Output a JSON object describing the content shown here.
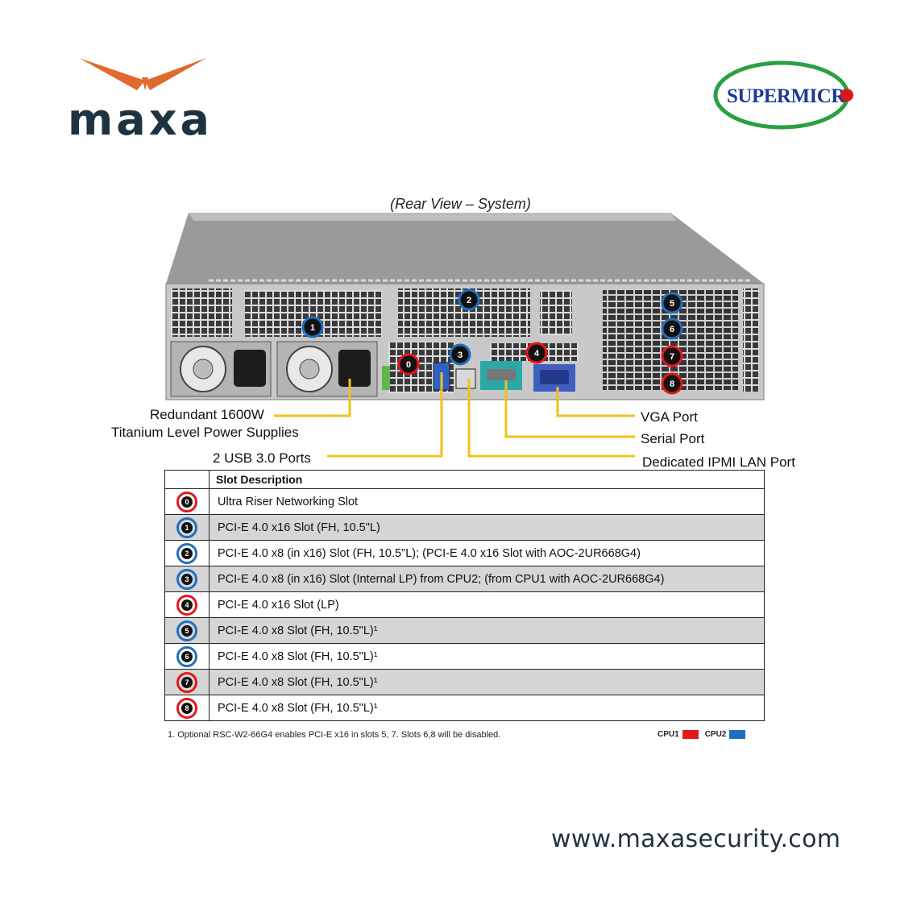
{
  "branding": {
    "maxa_word": "maxa",
    "supermicro_word": "SUPERMICR",
    "website": "www.maxasecurity.com"
  },
  "colors": {
    "cpu1": "#e5161b",
    "cpu2": "#1f6fc0",
    "maxa_orange": "#e06a2c",
    "maxa_navy": "#1d3340",
    "supermicro_green": "#2aa043",
    "supermicro_blue": "#1b3a93"
  },
  "diagram": {
    "caption": "(Rear View – System)",
    "callouts": {
      "psu_line1": "Redundant 1600W",
      "psu_line2": "Titanium Level Power Supplies",
      "usb": "2 USB 3.0 Ports",
      "vga": "VGA Port",
      "serial": "Serial Port",
      "ipmi": "Dedicated IPMI LAN Port"
    },
    "chassis_slot_numbers": [
      "0",
      "1",
      "2",
      "3",
      "4",
      "5",
      "6",
      "7",
      "8"
    ]
  },
  "slot_table": {
    "header": "Slot Description",
    "rows": [
      {
        "num": "0",
        "cpu": "cpu1",
        "desc": "Ultra Riser Networking Slot"
      },
      {
        "num": "1",
        "cpu": "cpu2",
        "desc": "PCI-E 4.0 x16 Slot (FH, 10.5\"L)"
      },
      {
        "num": "2",
        "cpu": "cpu2",
        "desc": "PCI-E 4.0 x8 (in x16) Slot (FH, 10.5\"L); (PCI-E 4.0 x16 Slot with AOC-2UR668G4)"
      },
      {
        "num": "3",
        "cpu": "cpu2",
        "desc": "PCI-E 4.0 x8 (in x16) Slot (Internal LP) from CPU2; (from CPU1 with AOC-2UR668G4)"
      },
      {
        "num": "4",
        "cpu": "cpu1",
        "desc": "PCI-E 4.0 x16 Slot (LP)"
      },
      {
        "num": "5",
        "cpu": "cpu2",
        "desc": "PCI-E 4.0 x8 Slot (FH, 10.5\"L)¹"
      },
      {
        "num": "6",
        "cpu": "cpu2",
        "desc": "PCI-E 4.0 x8 Slot (FH, 10.5\"L)¹"
      },
      {
        "num": "7",
        "cpu": "cpu1",
        "desc": "PCI-E 4.0 x8 Slot (FH, 10.5\"L)¹"
      },
      {
        "num": "8",
        "cpu": "cpu1",
        "desc": "PCI-E 4.0 x8 Slot (FH, 10.5\"L)¹"
      }
    ],
    "footnote": "1. Optional RSC-W2-66G4 enables PCI-E x16 in slots 5, 7.  Slots 6,8 will be disabled.",
    "legend": {
      "cpu1_label": "CPU1",
      "cpu2_label": "CPU2"
    }
  }
}
